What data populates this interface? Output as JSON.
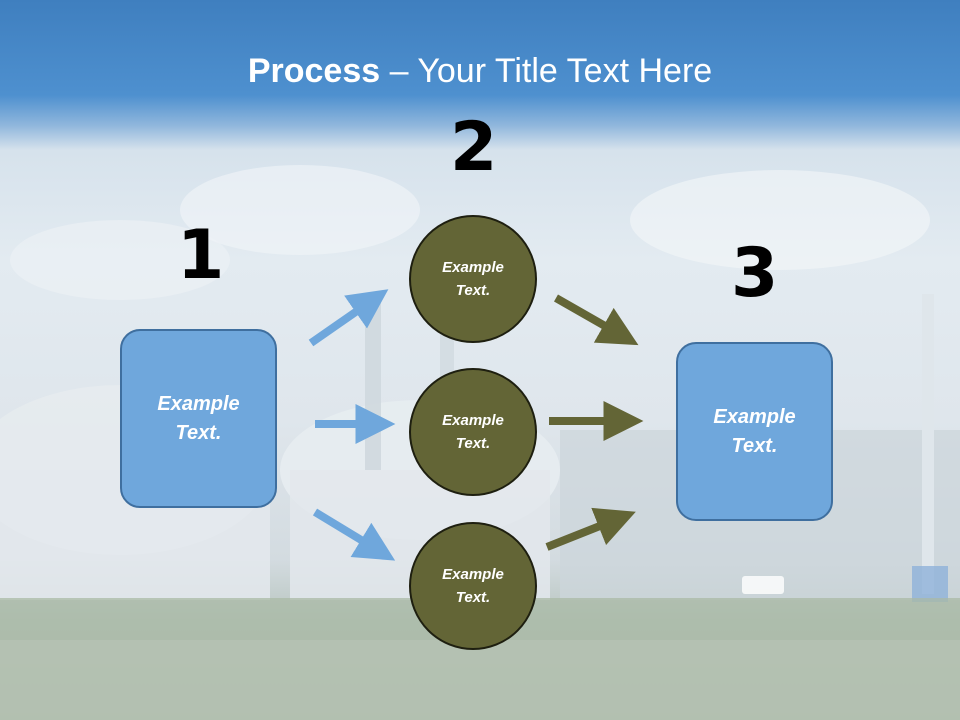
{
  "title": {
    "bold": "Process",
    "rest": " – Your Title Text Here"
  },
  "steps": [
    {
      "number": "1",
      "text_line1": "Example",
      "text_line2": "Text."
    },
    {
      "number": "2",
      "text_line1": "Example",
      "text_line2": "Text."
    },
    {
      "number": "3",
      "text_line1": "Example",
      "text_line2": "Text."
    }
  ],
  "circles": [
    {
      "line1": "Example",
      "line2": "Text."
    },
    {
      "line1": "Example",
      "line2": "Text."
    },
    {
      "line1": "Example",
      "line2": "Text."
    }
  ],
  "colors": {
    "box_fill": "#6fa7dc",
    "circle_fill": "#636536",
    "blue_arrow": "#6fa7dc",
    "olive_arrow": "#636536"
  }
}
